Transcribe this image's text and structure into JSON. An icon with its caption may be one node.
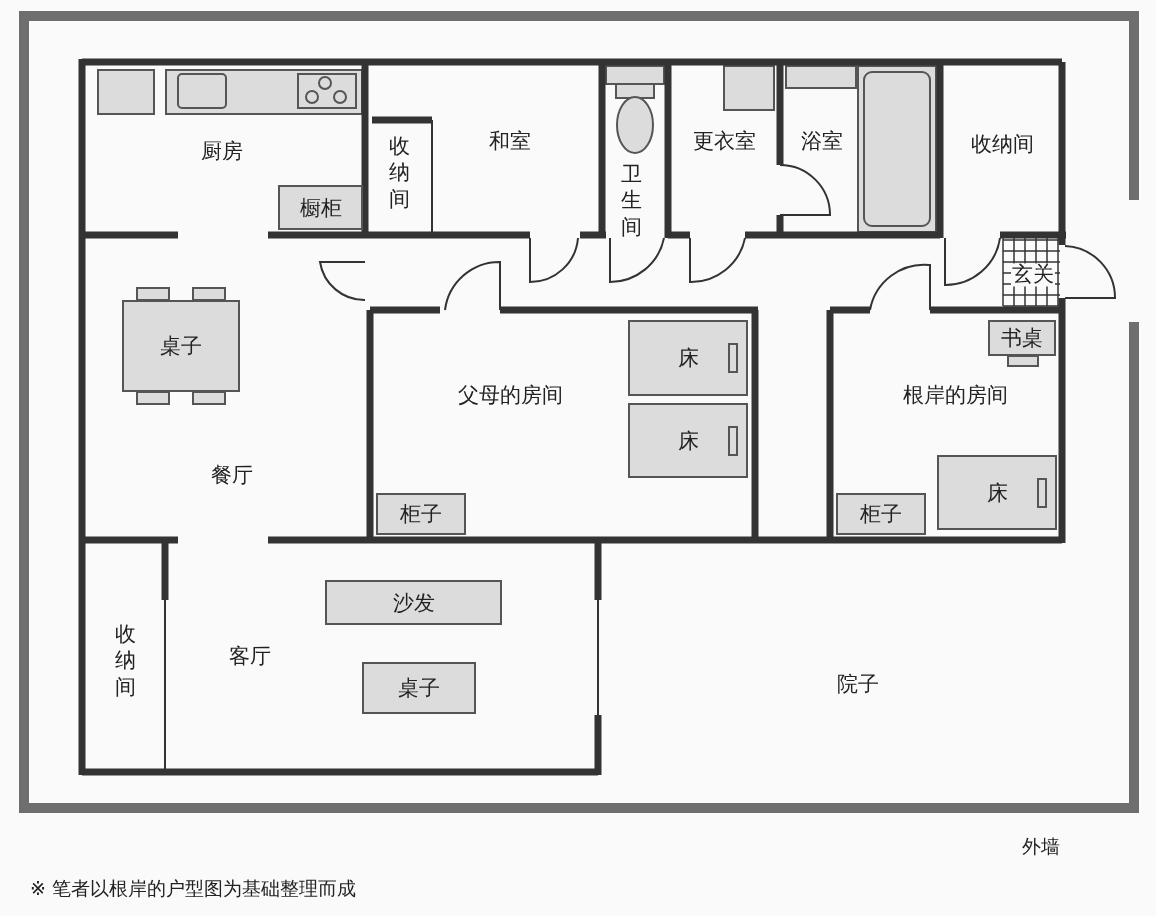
{
  "diagram": {
    "nodes": [
      {
        "text": [
          "厨房"
        ]
      },
      {
        "text": [
          "橱柜"
        ],
        "in": 0
      },
      {
        "text": [
          "收纳间"
        ]
      },
      {
        "text": [
          "和室"
        ]
      },
      {
        "text": [
          "卫生间"
        ]
      },
      {
        "text": [
          "更衣室"
        ]
      },
      {
        "text": [
          "浴室"
        ]
      },
      {
        "text": [
          "收纳间"
        ]
      },
      {
        "text": [
          "玄关"
        ]
      },
      {
        "text": [
          "餐厅"
        ]
      },
      {
        "text": [
          "桌子"
        ],
        "in": 9
      },
      {
        "text": [
          "父母的房间"
        ]
      },
      {
        "text": [
          "床"
        ],
        "in": 11
      },
      {
        "text": [
          "床"
        ],
        "in": 11
      },
      {
        "text": [
          "柜子"
        ],
        "in": 11
      },
      {
        "text": [
          "根岸的房间"
        ]
      },
      {
        "text": [
          "书桌"
        ],
        "in": 15
      },
      {
        "text": [
          "床"
        ],
        "in": 15
      },
      {
        "text": [
          "柜子"
        ],
        "in": 15
      },
      {
        "text": [
          "收纳间"
        ]
      },
      {
        "text": [
          "客厅"
        ]
      },
      {
        "text": [
          "沙发"
        ],
        "in": 20
      },
      {
        "text": [
          "桌子"
        ],
        "in": 20
      },
      {
        "text": [
          "院子"
        ]
      }
    ],
    "labels": [
      "外墙",
      "※ 笔者以根岸的户型图为基础整理而成"
    ]
  }
}
